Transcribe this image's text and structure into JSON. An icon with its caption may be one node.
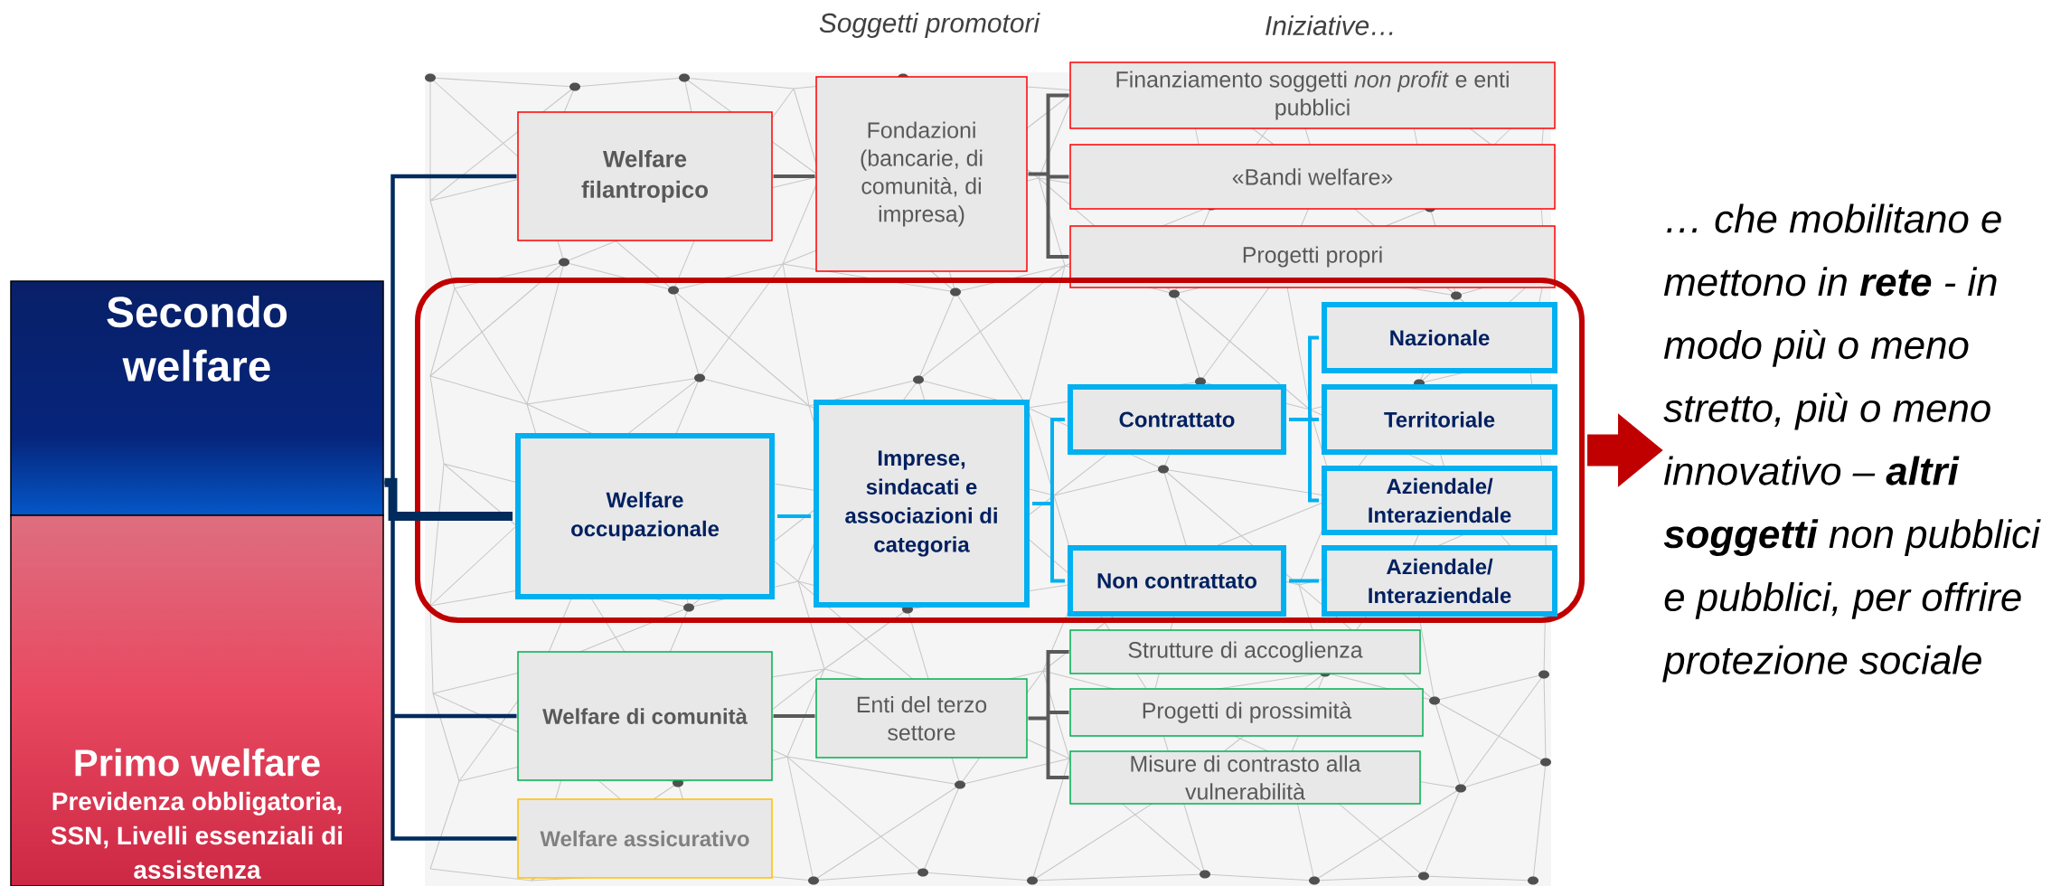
{
  "diagram": {
    "nodes": [
      {
        "text": [
          "Secondo welfare"
        ]
      },
      {
        "text": [
          "Primo welfare",
          "Previdenza obbligatoria, SSN, Livelli essenziali di assistenza"
        ]
      },
      {
        "text": [
          "Welfare filantropico"
        ]
      },
      {
        "text": [
          "Fondazioni (bancarie, di comunità, di impresa)"
        ]
      },
      {
        "text": [
          "Finanziamento soggetti *non profit* e enti pubblici"
        ]
      },
      {
        "text": [
          "«Bandi welfare»"
        ]
      },
      {
        "text": [
          "Progetti propri"
        ]
      },
      {
        "text": [],
        "shape": "box"
      },
      {
        "text": [
          "Welfare occupazionale"
        ],
        "in": 7
      },
      {
        "text": [
          "Imprese, sindacati e associazioni di categoria"
        ],
        "in": 7
      },
      {
        "text": [
          "Contrattato"
        ],
        "in": 7
      },
      {
        "text": [
          "Nazionale"
        ],
        "in": 7
      },
      {
        "text": [
          "Territoriale"
        ],
        "in": 7
      },
      {
        "text": [
          "Aziendale/ Interaziendale"
        ],
        "in": 7
      },
      {
        "text": [
          "Non contrattato"
        ],
        "in": 7
      },
      {
        "text": [
          "Aziendale/ Interaziendale"
        ],
        "in": 7
      },
      {
        "text": [
          "Welfare di comunità"
        ]
      },
      {
        "text": [
          "Enti del terzo settore"
        ]
      },
      {
        "text": [
          "Strutture di accoglienza"
        ]
      },
      {
        "text": [
          "Progetti di prossimità"
        ]
      },
      {
        "text": [
          "Misure di contrasto alla vulnerabilità"
        ]
      },
      {
        "text": [
          "Welfare assicurativo"
        ]
      },
      {
        "text": [
          "… che mobilitano e mettono in **rete** - in modo più o meno stretto, più o meno innovativo – **altri soggetti** non pubblici e pubblici, per offrire protezione sociale"
        ]
      }
    ],
    "edges": [
      {
        "from": 0,
        "to": 2,
        "arrow": "none",
        "color": "#002b5c"
      },
      {
        "from": 0,
        "to": 8,
        "arrow": "none",
        "style": "thick",
        "color": "#002b5c"
      },
      {
        "from": 0,
        "to": 16,
        "arrow": "none",
        "color": "#002b5c"
      },
      {
        "from": 0,
        "to": 21,
        "arrow": "none",
        "color": "#002b5c"
      },
      {
        "from": 2,
        "to": 3,
        "arrow": "none"
      },
      {
        "from": 3,
        "to": 4,
        "arrow": "none"
      },
      {
        "from": 3,
        "to": 5,
        "arrow": "none"
      },
      {
        "from": 3,
        "to": 6,
        "arrow": "none"
      },
      {
        "from": 8,
        "to": 9,
        "arrow": "none",
        "color": "#00b0f0"
      },
      {
        "from": 9,
        "to": 10,
        "arrow": "none",
        "color": "#00b0f0"
      },
      {
        "from": 9,
        "to": 14,
        "arrow": "none",
        "color": "#00b0f0"
      },
      {
        "from": 10,
        "to": 11,
        "arrow": "none",
        "color": "#00b0f0"
      },
      {
        "from": 10,
        "to": 12,
        "arrow": "none",
        "color": "#00b0f0"
      },
      {
        "from": 10,
        "to": 13,
        "arrow": "none",
        "color": "#00b0f0"
      },
      {
        "from": 14,
        "to": 15,
        "arrow": "none",
        "color": "#00b0f0"
      },
      {
        "from": 16,
        "to": 17,
        "arrow": "none"
      },
      {
        "from": 17,
        "to": 18,
        "arrow": "none"
      },
      {
        "from": 17,
        "to": 19,
        "arrow": "none"
      },
      {
        "from": 17,
        "to": 20,
        "arrow": "none"
      },
      {
        "from": 7,
        "to": 22,
        "arrow": "to",
        "style": "thick",
        "color": "#c00000"
      }
    ],
    "labels": [
      "Soggetti promotori",
      "Iniziative…"
    ]
  }
}
